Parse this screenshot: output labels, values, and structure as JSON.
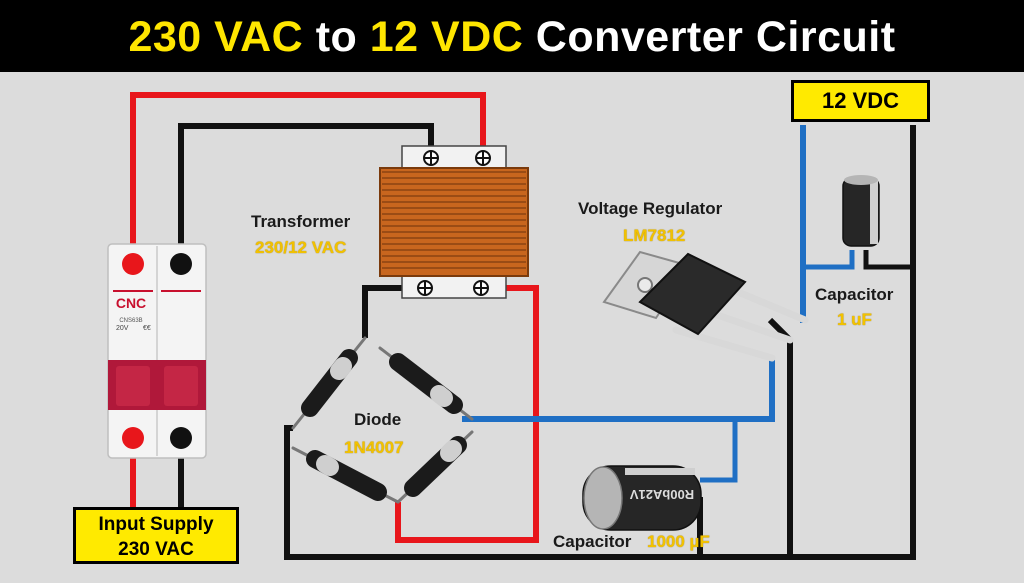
{
  "title": {
    "part1": "230 VAC",
    "part2": "to",
    "part3": "12 VDC",
    "part4": "Converter Circuit"
  },
  "output_label": "12 VDC",
  "input_label": {
    "line1": "Input Supply",
    "line2": "230 VAC"
  },
  "breaker": {
    "brand": "CNC",
    "model": "CNS63B",
    "rating": "20V",
    "ce_mark": "€€",
    "brand_color": "#c8102e",
    "handle_color": "#b0183a"
  },
  "transformer": {
    "name": "Transformer",
    "rating": "230/12 VAC"
  },
  "regulator": {
    "name": "Voltage Regulator",
    "part": "LM7812"
  },
  "bridge": {
    "name": "Diode",
    "part": "1N4007"
  },
  "cap_small": {
    "name": "Capacitor",
    "value": "1 uF"
  },
  "cap_large": {
    "name": "Capacitor",
    "value": "1000 µF",
    "marking": "R00bA21V"
  },
  "colors": {
    "wire_red": "#e8161b",
    "wire_black": "#111111",
    "wire_blue": "#1f6fc4",
    "label_yellow": "#ffea00",
    "value_gold": "#f2c200",
    "coil_copper": "#c8661e"
  },
  "icons": [
    "terminal-screw-icon",
    "diode-icon",
    "capacitor-icon",
    "regulator-icon",
    "breaker-icon"
  ]
}
